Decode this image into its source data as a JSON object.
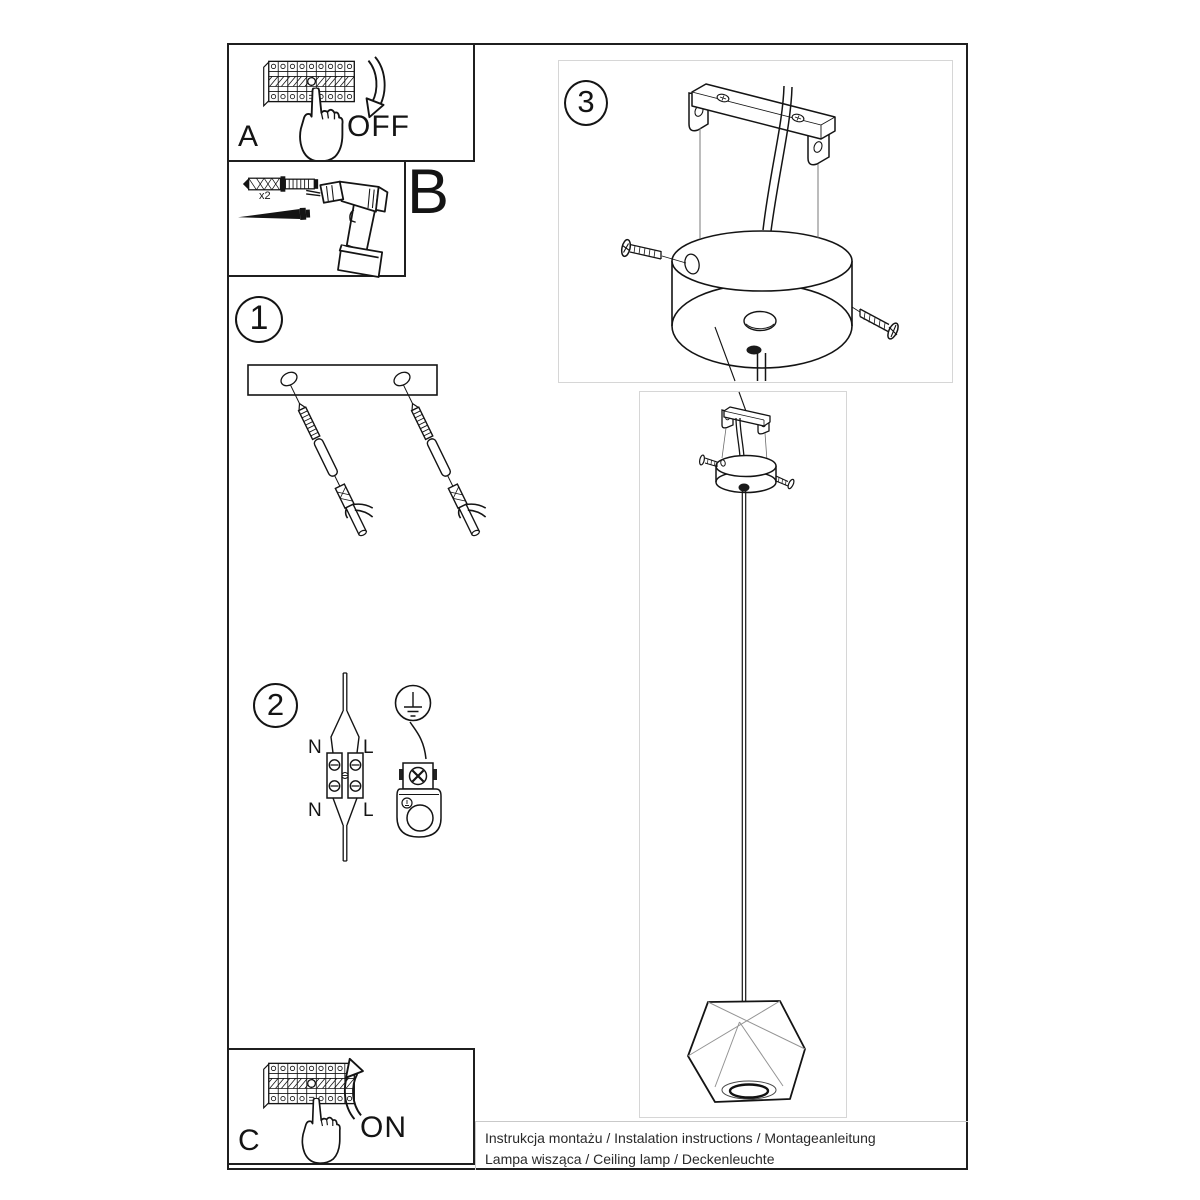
{
  "sheet": {
    "background": "#ffffff",
    "ink": "#141414",
    "frame_border": "#1f1f1f",
    "panel_border": "#d6d6d6"
  },
  "steps": {
    "a": {
      "label": "A",
      "action_label": "OFF"
    },
    "b": {
      "label": "B",
      "quantity_label": "x2"
    },
    "one": {
      "label": "1"
    },
    "two": {
      "label": "2",
      "wire_labels": {
        "neutral_top": "N",
        "line_top": "L",
        "neutral_bottom": "N",
        "line_bottom": "L"
      }
    },
    "three": {
      "label": "3"
    },
    "c": {
      "label": "C",
      "action_label": "ON"
    }
  },
  "footer": {
    "line1": "Instrukcja montażu / Instalation instructions / Montageanleitung",
    "line2": "Lampa wisząca / Ceiling lamp / Deckenleuchte"
  }
}
